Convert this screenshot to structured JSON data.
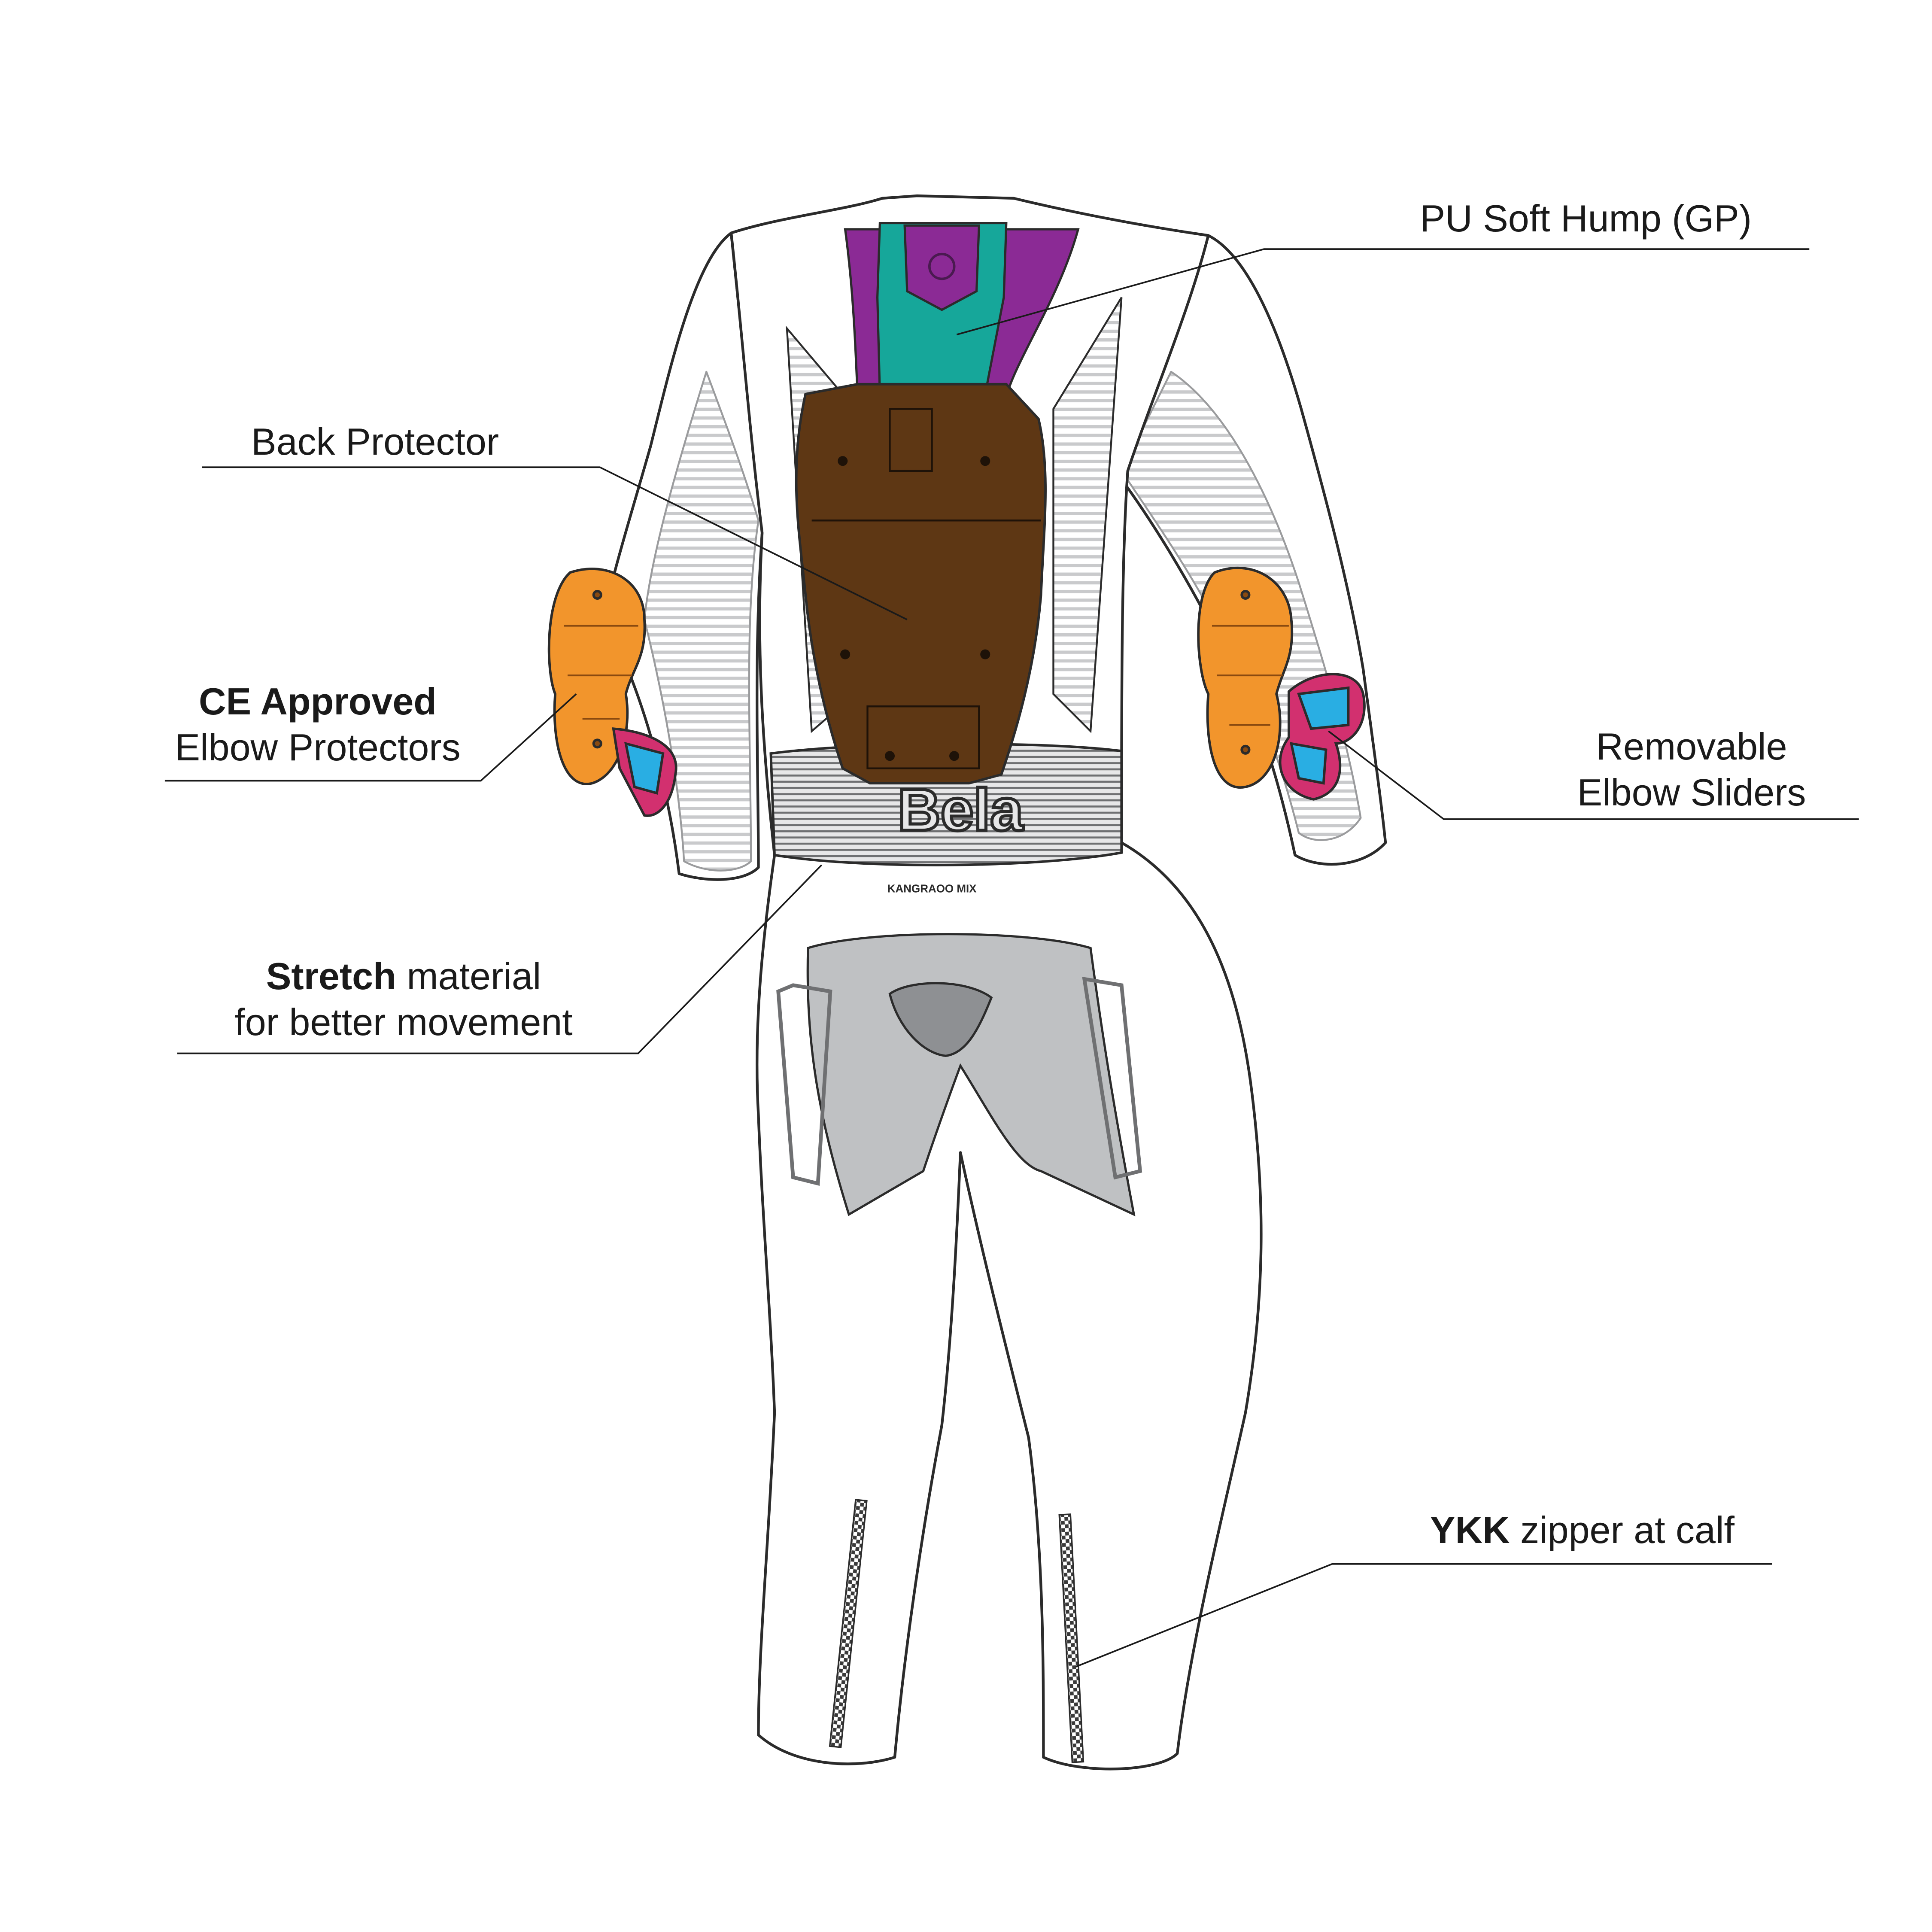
{
  "brand": {
    "logo_text": "Bela",
    "belt_text": "KANGRAOO MIX"
  },
  "callouts": {
    "hump": {
      "text": "PU Soft Hump (GP)"
    },
    "back_protector": {
      "text": "Back Protector"
    },
    "elbow_protectors": {
      "bold": "CE Approved",
      "text": "Elbow Protectors"
    },
    "elbow_sliders": {
      "line1": "Removable",
      "line2": "Elbow Sliders"
    },
    "stretch": {
      "bold": "Stretch",
      "text1": " material",
      "text2": "for better movement"
    },
    "zipper": {
      "bold": "YKK",
      "text": " zipper at calf"
    }
  },
  "colors": {
    "outline": "#2b2b2b",
    "hump_purple": "#8b2a95",
    "hump_teal": "#16a79a",
    "back_protector": "#5e3714",
    "elbow_orange": "#f2952c",
    "slider_pink": "#d2306f",
    "slider_blue": "#29aee3",
    "panel_grey": "#bfc1c3",
    "stripe_grey": "#c9cacc"
  }
}
